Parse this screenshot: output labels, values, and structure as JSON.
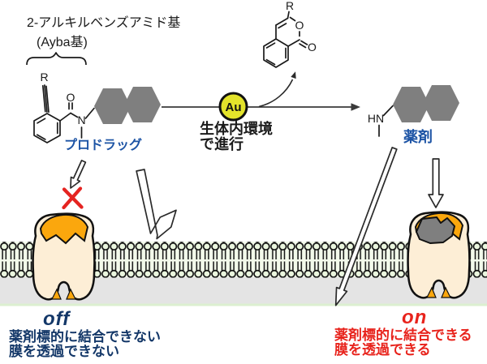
{
  "colors": {
    "catalyst_yellow": "#e3e32b",
    "drug_gray": "#7f7f7f",
    "pocket_orange": "#fba70d",
    "protein_cream": "#fdeed6",
    "lipid_head_green": "#eaf6de",
    "membrane_bg_green": "#f3faeb",
    "cytoplasm_gray": "#e4e4e4",
    "label_blue": "#1d54a5",
    "off_navy": "#133768",
    "on_red": "#e8231c",
    "x_red": "#e52421"
  },
  "header": {
    "group_name_line1": "2-アルキルベンズアミド基",
    "group_name_line2": "(Ayba基)"
  },
  "prodrug": {
    "r_label": "R",
    "carbonyl_o": "O",
    "n_label": "N",
    "name": "プロドラッグ"
  },
  "reaction": {
    "catalyst": "Au",
    "condition_line1": "生体内環境",
    "condition_line2": "で進行"
  },
  "byproduct": {
    "r_label": "R",
    "ring_o": "O",
    "carbonyl_o": "O"
  },
  "drug": {
    "hn_label": "HN",
    "name": "薬剤"
  },
  "off_state": {
    "title": "off",
    "line1": "薬剤標的に結合できない",
    "line2": "膜を透過できない"
  },
  "on_state": {
    "title": "on",
    "line1": "薬剤標的に結合できる",
    "line2": "膜を透過できる"
  }
}
